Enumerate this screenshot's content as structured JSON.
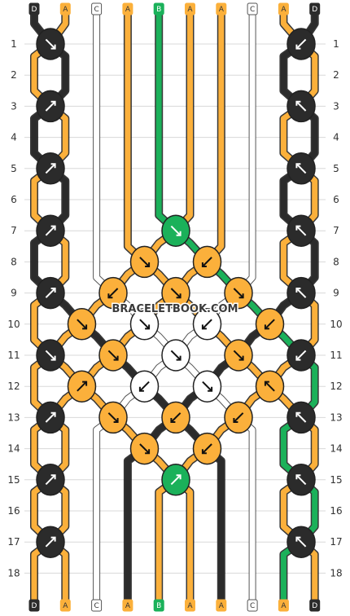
{
  "watermark": "BRACELETBOOK.COM",
  "rows": [
    "1",
    "2",
    "3",
    "4",
    "5",
    "6",
    "7",
    "8",
    "9",
    "10",
    "11",
    "12",
    "13",
    "14",
    "15",
    "16",
    "17",
    "18"
  ],
  "strings": [
    {
      "letter": "D",
      "color": "#2b2b2b"
    },
    {
      "letter": "A",
      "color": "#fbb03b"
    },
    {
      "letter": "C",
      "color": "#ffffff"
    },
    {
      "letter": "A",
      "color": "#fbb03b"
    },
    {
      "letter": "B",
      "color": "#1bb15a"
    },
    {
      "letter": "A",
      "color": "#fbb03b"
    },
    {
      "letter": "A",
      "color": "#fbb03b"
    },
    {
      "letter": "C",
      "color": "#ffffff"
    },
    {
      "letter": "A",
      "color": "#fbb03b"
    },
    {
      "letter": "D",
      "color": "#2b2b2b"
    }
  ],
  "colors": {
    "D": "#2b2b2b",
    "A": "#fbb03b",
    "B": "#1bb15a",
    "C": "#ffffff"
  },
  "knots": [
    {
      "row": 1,
      "col": 0,
      "color": "D",
      "dir": "se"
    },
    {
      "row": 1,
      "col": 8,
      "color": "D",
      "dir": "sw"
    },
    {
      "row": 3,
      "col": 0,
      "color": "D",
      "dir": "ne"
    },
    {
      "row": 3,
      "col": 8,
      "color": "D",
      "dir": "nw"
    },
    {
      "row": 5,
      "col": 0,
      "color": "D",
      "dir": "ne"
    },
    {
      "row": 5,
      "col": 8,
      "color": "D",
      "dir": "nw"
    },
    {
      "row": 7,
      "col": 0,
      "color": "D",
      "dir": "ne"
    },
    {
      "row": 7,
      "col": 4,
      "color": "B",
      "dir": "se"
    },
    {
      "row": 7,
      "col": 8,
      "color": "D",
      "dir": "nw"
    },
    {
      "row": 8,
      "col": 3,
      "color": "A",
      "dir": "se"
    },
    {
      "row": 8,
      "col": 5,
      "color": "A",
      "dir": "sw"
    },
    {
      "row": 9,
      "col": 0,
      "color": "D",
      "dir": "ne"
    },
    {
      "row": 9,
      "col": 2,
      "color": "A",
      "dir": "sw"
    },
    {
      "row": 9,
      "col": 4,
      "color": "A",
      "dir": "se"
    },
    {
      "row": 9,
      "col": 6,
      "color": "A",
      "dir": "se"
    },
    {
      "row": 9,
      "col": 8,
      "color": "D",
      "dir": "nw"
    },
    {
      "row": 10,
      "col": 1,
      "color": "A",
      "dir": "se"
    },
    {
      "row": 10,
      "col": 3,
      "color": "C",
      "dir": "se"
    },
    {
      "row": 10,
      "col": 5,
      "color": "C",
      "dir": "sw"
    },
    {
      "row": 10,
      "col": 7,
      "color": "A",
      "dir": "sw"
    },
    {
      "row": 11,
      "col": 0,
      "color": "D",
      "dir": "se"
    },
    {
      "row": 11,
      "col": 2,
      "color": "A",
      "dir": "se"
    },
    {
      "row": 11,
      "col": 4,
      "color": "C",
      "dir": "se"
    },
    {
      "row": 11,
      "col": 6,
      "color": "A",
      "dir": "se"
    },
    {
      "row": 11,
      "col": 8,
      "color": "D",
      "dir": "sw"
    },
    {
      "row": 12,
      "col": 1,
      "color": "A",
      "dir": "ne"
    },
    {
      "row": 12,
      "col": 3,
      "color": "C",
      "dir": "sw"
    },
    {
      "row": 12,
      "col": 5,
      "color": "C",
      "dir": "se"
    },
    {
      "row": 12,
      "col": 7,
      "color": "A",
      "dir": "nw"
    },
    {
      "row": 13,
      "col": 0,
      "color": "D",
      "dir": "ne"
    },
    {
      "row": 13,
      "col": 2,
      "color": "A",
      "dir": "se"
    },
    {
      "row": 13,
      "col": 4,
      "color": "A",
      "dir": "sw"
    },
    {
      "row": 13,
      "col": 6,
      "color": "A",
      "dir": "sw"
    },
    {
      "row": 13,
      "col": 8,
      "color": "D",
      "dir": "nw"
    },
    {
      "row": 14,
      "col": 3,
      "color": "A",
      "dir": "se"
    },
    {
      "row": 14,
      "col": 5,
      "color": "A",
      "dir": "sw"
    },
    {
      "row": 15,
      "col": 0,
      "color": "D",
      "dir": "ne"
    },
    {
      "row": 15,
      "col": 4,
      "color": "B",
      "dir": "ne"
    },
    {
      "row": 15,
      "col": 8,
      "color": "D",
      "dir": "nw"
    },
    {
      "row": 17,
      "col": 0,
      "color": "D",
      "dir": "ne"
    },
    {
      "row": 17,
      "col": 8,
      "color": "D",
      "dir": "nw"
    }
  ]
}
